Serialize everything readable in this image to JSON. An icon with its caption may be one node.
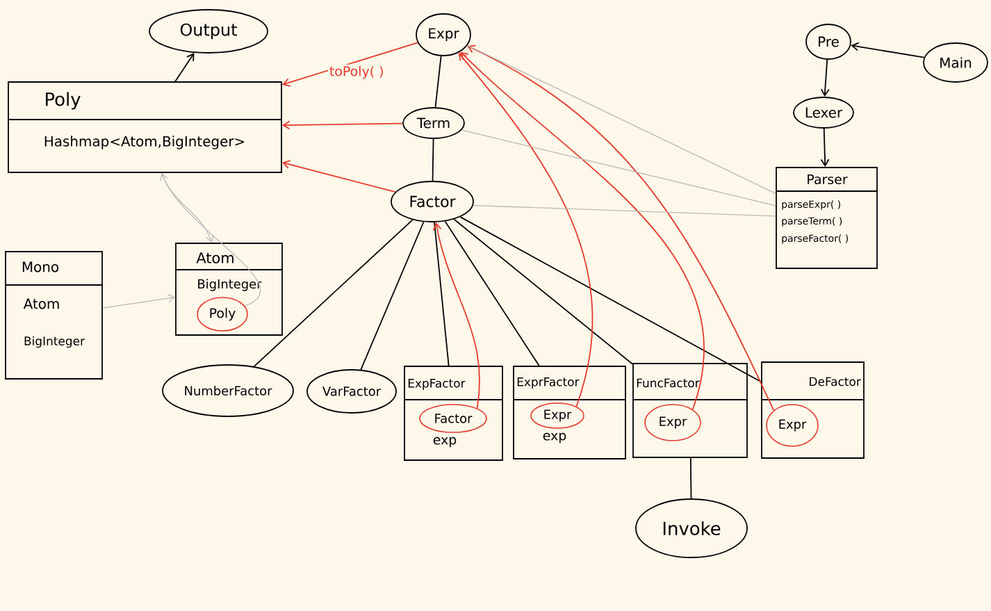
{
  "diagram": {
    "nodes": [
      {
        "text": [
          "Output"
        ]
      },
      {
        "text": [
          "Poly",
          "Hashmap<Atom,BigInteger>"
        ]
      },
      {
        "text": [
          "Mono",
          "Atom",
          "BigInteger"
        ]
      },
      {
        "text": [
          "Atom",
          "BigInteger"
        ]
      },
      {
        "text": [
          "Poly"
        ],
        "in": 3
      },
      {
        "text": [
          "Expr"
        ]
      },
      {
        "text": [
          "Term"
        ]
      },
      {
        "text": [
          "Factor"
        ]
      },
      {
        "text": [
          "Pre"
        ]
      },
      {
        "text": [
          "Main"
        ]
      },
      {
        "text": [
          "Lexer"
        ]
      },
      {
        "text": [
          "Parser",
          "parseExpr( )",
          "parseTerm( )",
          "parseFactor( )"
        ]
      },
      {
        "text": [
          "NumberFactor"
        ]
      },
      {
        "text": [
          "VarFactor"
        ]
      },
      {
        "text": [
          "ExpFactor",
          "exp"
        ]
      },
      {
        "text": [
          "Factor"
        ],
        "in": 14
      },
      {
        "text": [
          "ExprFactor",
          "exp"
        ]
      },
      {
        "text": [
          "Expr"
        ],
        "in": 16
      },
      {
        "text": [
          "FuncFactor"
        ]
      },
      {
        "text": [
          "Expr"
        ],
        "in": 18
      },
      {
        "text": [
          "DeFactor"
        ]
      },
      {
        "text": [
          "Expr"
        ],
        "in": 20
      },
      {
        "text": [
          "Invoke"
        ]
      }
    ],
    "edges": [
      {
        "from": 1,
        "to": 0,
        "arrow": "to"
      },
      {
        "from": 5,
        "to": 1,
        "arrow": "to",
        "label": "toPoly( )",
        "color": "#e53b2c"
      },
      {
        "from": 6,
        "to": 1,
        "arrow": "to",
        "color": "#e53b2c"
      },
      {
        "from": 7,
        "to": 1,
        "arrow": "to",
        "color": "#e53b2c"
      },
      {
        "from": 5,
        "to": 6,
        "arrow": "none"
      },
      {
        "from": 6,
        "to": 7,
        "arrow": "none"
      },
      {
        "from": 7,
        "to": 12,
        "arrow": "none"
      },
      {
        "from": 7,
        "to": 13,
        "arrow": "none"
      },
      {
        "from": 7,
        "to": 14,
        "arrow": "none"
      },
      {
        "from": 7,
        "to": 16,
        "arrow": "none"
      },
      {
        "from": 7,
        "to": 18,
        "arrow": "none"
      },
      {
        "from": 7,
        "to": 20,
        "arrow": "none"
      },
      {
        "from": 15,
        "to": 7,
        "arrow": "to",
        "color": "#e53b2c"
      },
      {
        "from": 17,
        "to": 5,
        "arrow": "to",
        "color": "#e53b2c"
      },
      {
        "from": 19,
        "to": 5,
        "arrow": "to",
        "color": "#e53b2c"
      },
      {
        "from": 21,
        "to": 5,
        "arrow": "to",
        "color": "#e53b2c"
      },
      {
        "from": 9,
        "to": 8,
        "arrow": "to"
      },
      {
        "from": 8,
        "to": 10,
        "arrow": "to"
      },
      {
        "from": 10,
        "to": 11,
        "arrow": "to"
      },
      {
        "from": 18,
        "to": 22,
        "arrow": "none"
      },
      {
        "from": 1,
        "to": 3,
        "arrow": "to",
        "color": "#b8b8b8"
      },
      {
        "from": 2,
        "to": 3,
        "arrow": "to",
        "color": "#b8b8b8"
      },
      {
        "from": 4,
        "to": 1,
        "arrow": "to",
        "color": "#b8b8b8"
      },
      {
        "from": 11,
        "to": 5,
        "arrow": "none",
        "color": "#b8b8b8"
      },
      {
        "from": 11,
        "to": 6,
        "arrow": "none",
        "color": "#b8b8b8"
      },
      {
        "from": 11,
        "to": 7,
        "arrow": "none",
        "color": "#b8b8b8"
      }
    ]
  }
}
